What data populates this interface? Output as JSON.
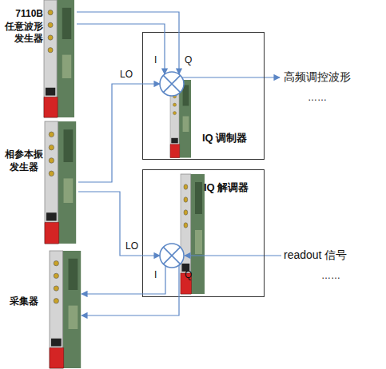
{
  "diagram": {
    "nodes": [
      {
        "text": [
          "7110B 任意波形 发生器"
        ]
      },
      {
        "text": [
          "相参本振 发生器"
        ]
      },
      {
        "text": [
          "采集器"
        ]
      },
      {
        "text": [
          "IQ 调制器"
        ]
      },
      {
        "text": [
          "IQ 解调器"
        ]
      }
    ],
    "edges": [
      {
        "from": 0,
        "to": 3,
        "label": "I",
        "arrow": "to"
      },
      {
        "from": 0,
        "to": 3,
        "label": "Q",
        "arrow": "to"
      },
      {
        "from": 1,
        "to": 3,
        "label": "LO",
        "arrow": "to"
      },
      {
        "from": 1,
        "to": 4,
        "label": "LO",
        "arrow": "to"
      },
      {
        "from": 4,
        "to": 2,
        "label": "I",
        "arrow": "to"
      },
      {
        "from": 4,
        "to": 2,
        "label": "Q",
        "arrow": "to"
      }
    ],
    "labels": [
      "高频调控波形",
      "……",
      "readout 信号",
      "……"
    ]
  }
}
